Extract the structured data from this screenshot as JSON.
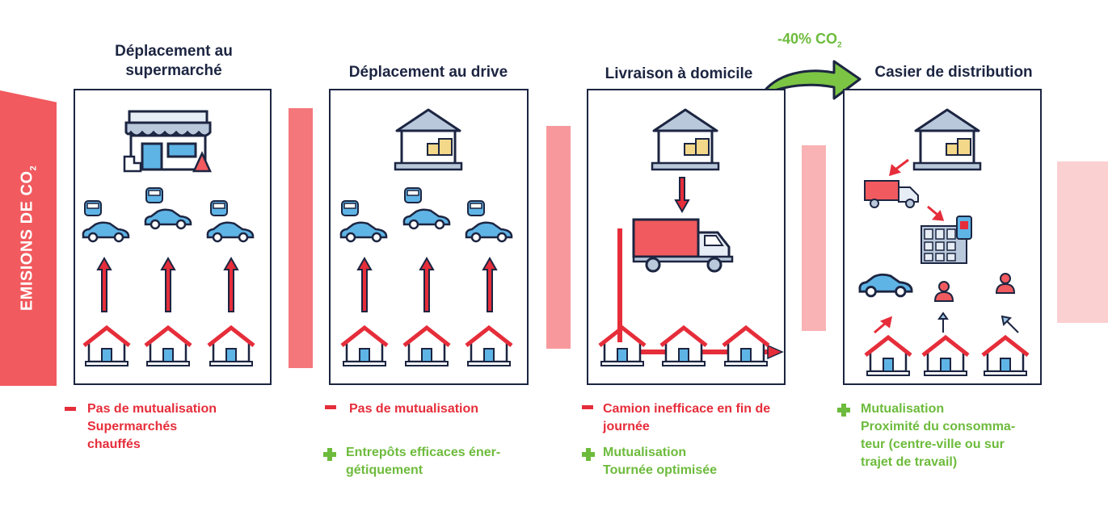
{
  "y_axis_label": {
    "main": "EMISIONS DE CO",
    "sub": "2"
  },
  "reduction": {
    "main": "-40% CO",
    "sub": "2"
  },
  "panels": [
    {
      "title": "Déplacement au supermarché",
      "notes": [
        {
          "type": "minus",
          "lines": [
            "Pas de mutualisation",
            "Supermarchés",
            "chauffés"
          ]
        }
      ]
    },
    {
      "title": "Déplacement au drive",
      "notes": [
        {
          "type": "minus",
          "lines": [
            "Pas de mutualisation"
          ]
        },
        {
          "type": "plus",
          "lines": [
            "Entrepôts efficaces éner-",
            "gétiquement"
          ]
        }
      ]
    },
    {
      "title": "Livraison à domicile",
      "notes": [
        {
          "type": "minus",
          "lines": [
            "Camion inefficace en fin de",
            "journée"
          ]
        },
        {
          "type": "plus",
          "lines": [
            "Mutualisation",
            "Tournée optimisée"
          ]
        }
      ]
    },
    {
      "title": "Casier de distribution",
      "notes": [
        {
          "type": "plus",
          "lines": [
            "Mutualisation",
            "Proximité du consomma-",
            "teur (centre-ville ou sur",
            "trajet de travail)"
          ]
        }
      ]
    }
  ],
  "colors": {
    "red": "#e62d3a",
    "green": "#6dbb3c",
    "navy": "#1c2541",
    "car": "#5fb4e6"
  }
}
